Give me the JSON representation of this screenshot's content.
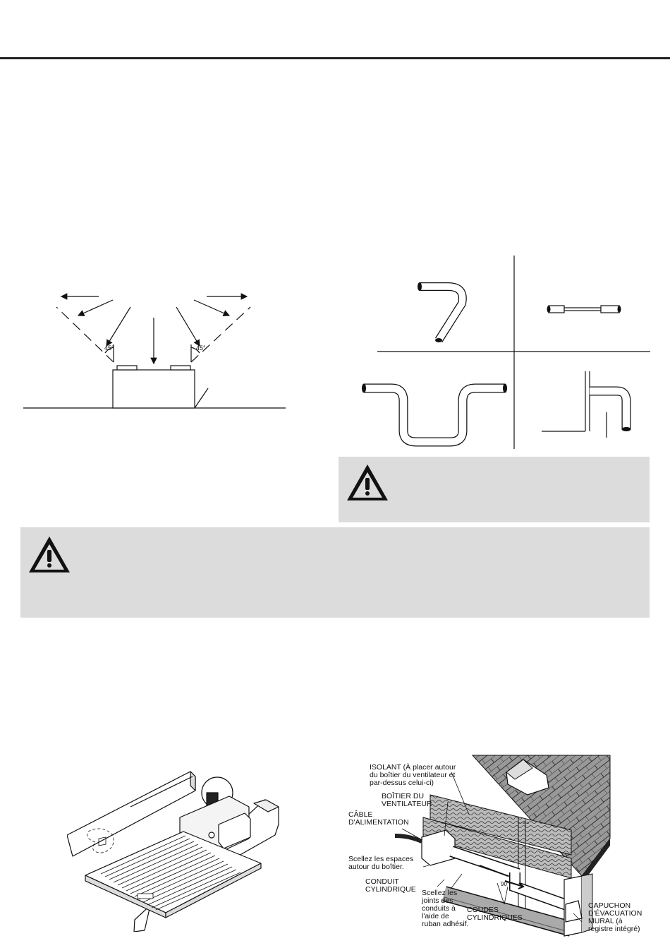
{
  "diagram_mount": {
    "angle_left": "45°",
    "angle_right": "45°"
  },
  "warning_icon": "warning-triangle-icon",
  "installation_callouts": {
    "isolant_1": "ISOLANT (À placer autour",
    "isolant_2": "du boîtier du ventilateur et",
    "isolant_3": "par-dessus celui-ci)",
    "boitier_1": "BOÎTIER DU",
    "boitier_2": "VENTILATEUR",
    "cable_1": "CÂBLE",
    "cable_2": "D'ALIMENTATION",
    "scellez_boitier_1": "Scellez les espaces",
    "scellez_boitier_2": "autour du boîtier.",
    "conduit_1": "CONDUIT",
    "conduit_2": "CYLINDRIQUE",
    "scellez_joints_1": "Scellez les",
    "scellez_joints_2": "joints des",
    "scellez_joints_3": "conduits à",
    "scellez_joints_4": "l'aide de",
    "scellez_joints_5": "ruban adhésif.",
    "coudes_1": "COUDES",
    "coudes_2": "CYLINDRIQUES",
    "capuchon_1": "CAPUCHON",
    "capuchon_2": "D'ÉVACUATION",
    "capuchon_3": "MURAL (à",
    "capuchon_4": "registre intégré)",
    "angle_label": "90°"
  }
}
